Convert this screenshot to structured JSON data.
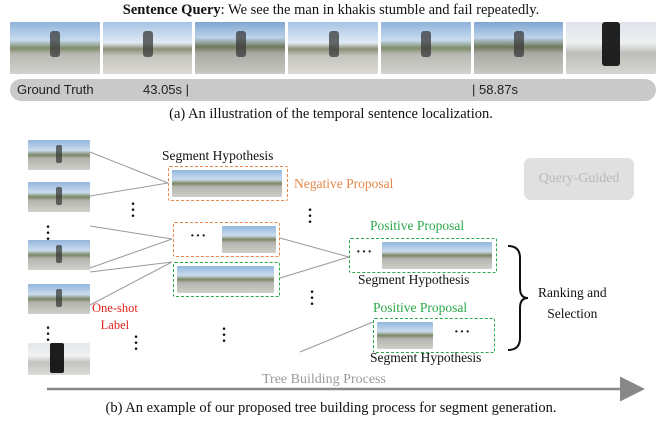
{
  "part_a": {
    "query_prefix": "Sentence Query",
    "query_text": ": We see the man in khakis stumble and fail repeatedly.",
    "ground_truth_label": "Ground Truth",
    "start_time": "43.05s |",
    "end_time": "| 58.87s",
    "caption": "(a) An illustration of the temporal sentence localization."
  },
  "part_b": {
    "segment_hypothesis": "Segment Hypothesis",
    "negative_proposal": "Negative Proposal",
    "positive_proposal": "Positive Proposal",
    "query_guided": "Query-Guided",
    "ranking_selection_line1": "Ranking and",
    "ranking_selection_line2": "Selection",
    "one_shot_line1": "One-shot",
    "one_shot_line2": "Label",
    "tree_building": "Tree Building Process",
    "ellipsis": "···",
    "caption": "(b) An example of our proposed tree building process for segment generation."
  },
  "colors": {
    "negative": "#e8874a",
    "positive": "#2aa84a",
    "label_red": "#e2231a",
    "bar_gray": "#c9c9c9",
    "arrow_gray": "#888888"
  }
}
